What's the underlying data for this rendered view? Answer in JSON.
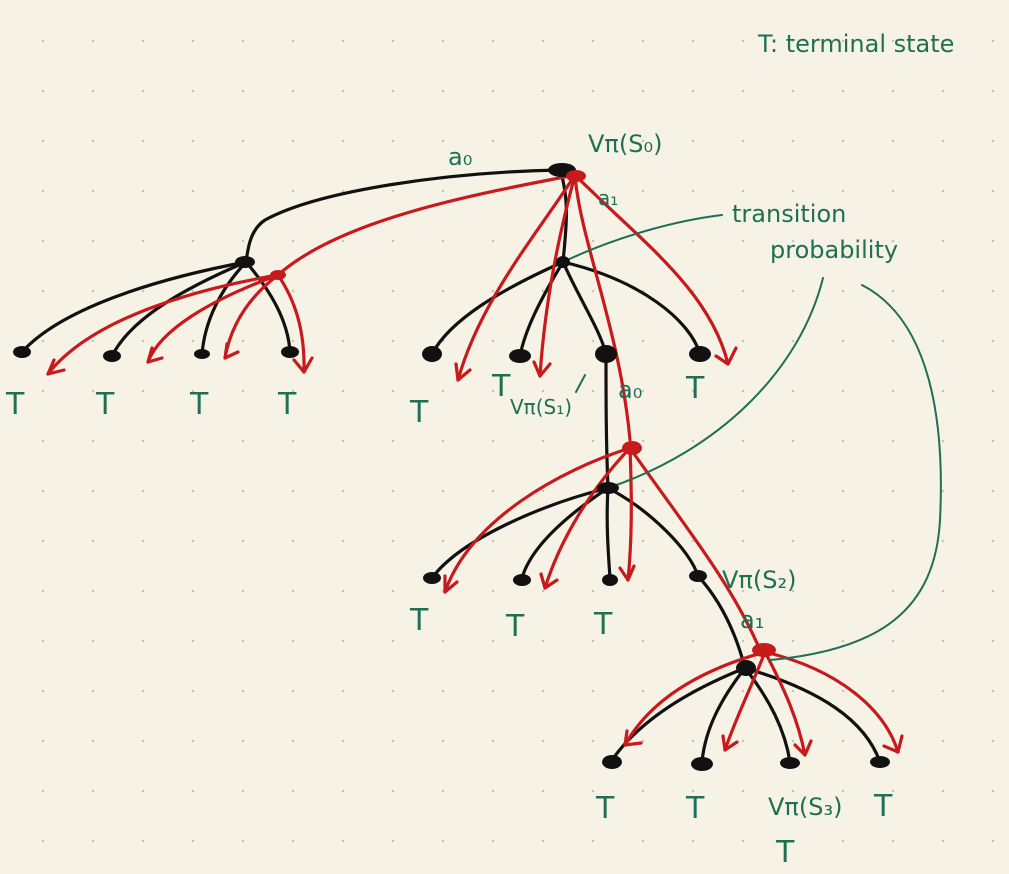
{
  "legend": "T: terminal state",
  "annotation": "transition\nprobability",
  "annotation_lines": [
    "transition",
    "probability"
  ],
  "root_label": "Vπ(S₀)",
  "labels": {
    "a0_top": "a₀",
    "a1_top": "a₁",
    "vs1": "Vπ(S₁)",
    "a0_mid": "a₀",
    "vs2": "Vπ(S₂)",
    "a1_low": "a₁",
    "vs3": "Vπ(S₃)"
  },
  "terminal": "T",
  "colors": {
    "paper": "#f6f3e6",
    "ink_black": "#111111",
    "ink_red": "#c8191c",
    "ink_green": "#1f6f55"
  }
}
